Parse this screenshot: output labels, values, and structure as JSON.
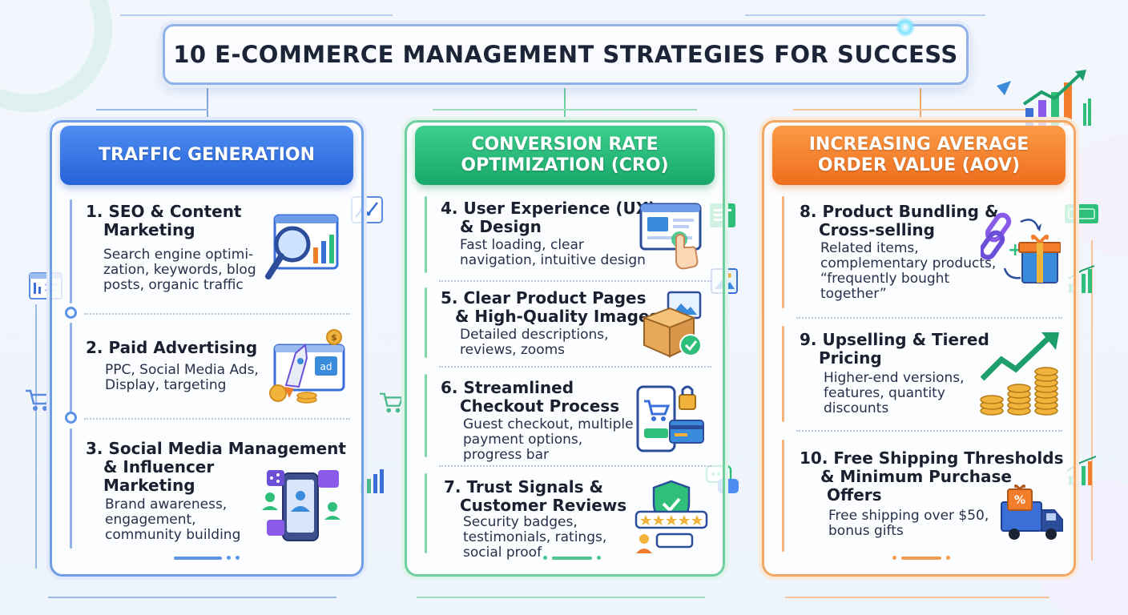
{
  "title": "10 E-COMMERCE MANAGEMENT STRATEGIES FOR SUCCESS",
  "colors": {
    "traffic": "#2f6fe4",
    "cro": "#22b877",
    "aov": "#f27d2a"
  },
  "columns": [
    {
      "header_line1": "TRAFFIC GENERATION",
      "header_line2": "",
      "items": [
        {
          "title_lines": [
            "1. SEO & Content",
            "Marketing"
          ],
          "desc_lines": [
            "Search engine optimi-",
            "zation, keywords, blog",
            "posts, organic traffic"
          ],
          "icon": "seo-magnifier-icon"
        },
        {
          "title_lines": [
            "2. Paid Advertising"
          ],
          "desc_lines": [
            "PPC, Social Media Ads,",
            "Display, targeting"
          ],
          "icon": "rocket-ad-icon",
          "ad_label": "ad",
          "coin_symbol": "$"
        },
        {
          "title_lines": [
            "3. Social Media Management",
            "& Influencer",
            "Marketing"
          ],
          "desc_lines": [
            "Brand awareness,",
            "engagement,",
            "community building"
          ],
          "icon": "social-phone-icon"
        }
      ]
    },
    {
      "header_line1": "CONVERSION RATE",
      "header_line2": "OPTIMIZATION (CRO)",
      "items": [
        {
          "title_lines": [
            "4. User Experience (UX)",
            "& Design"
          ],
          "desc_lines": [
            "Fast loading, clear",
            "navigation, intuitive design"
          ],
          "icon": "browser-click-icon"
        },
        {
          "title_lines": [
            "5. Clear Product Pages",
            "& High-Quality Images"
          ],
          "desc_lines": [
            "Detailed descriptions,",
            "reviews, zooms"
          ],
          "icon": "product-box-icon"
        },
        {
          "title_lines": [
            "6. Streamlined",
            "Checkout Process"
          ],
          "desc_lines": [
            "Guest checkout, multiple",
            "payment options,",
            "progress bar"
          ],
          "icon": "checkout-cart-icon"
        },
        {
          "title_lines": [
            "7. Trust Signals &",
            "Customer Reviews"
          ],
          "desc_lines": [
            "Security badges,",
            "testimonials, ratings,",
            "social proof"
          ],
          "icon": "shield-rating-icon"
        }
      ]
    },
    {
      "header_line1": "INCREASING AVERAGE",
      "header_line2": "ORDER VALUE (AOV)",
      "items": [
        {
          "title_lines": [
            "8. Product Bundling &",
            "Cross-selling"
          ],
          "desc_lines": [
            "Related items,",
            "complementary products,",
            "“frequently bought",
            "together”"
          ],
          "icon": "chain-gift-icon"
        },
        {
          "title_lines": [
            "9. Upselling & Tiered",
            "Pricing"
          ],
          "desc_lines": [
            "Higher-end versions,",
            "features, quantity",
            "discounts"
          ],
          "icon": "coins-growth-icon"
        },
        {
          "title_lines": [
            "10. Free Shipping Thresholds",
            "& Minimum Purchase",
            "Offers"
          ],
          "desc_lines": [
            "Free shipping over $50,",
            "bonus gifts"
          ],
          "icon": "delivery-truck-icon",
          "badge_symbol": "%"
        }
      ]
    }
  ]
}
